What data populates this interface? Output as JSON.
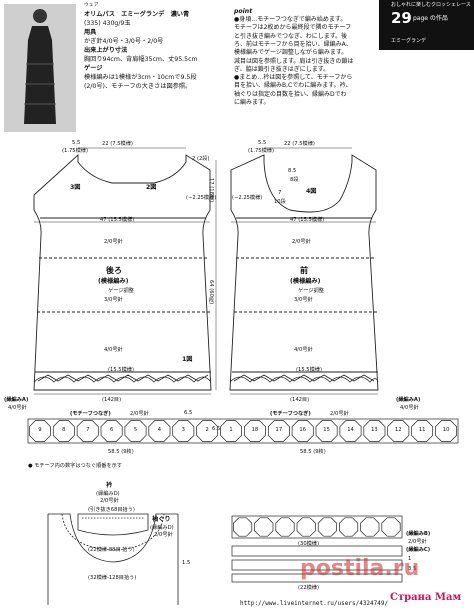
{
  "header": {
    "series": "おしゃれに楽しむクロッシェレース",
    "page_num": "29",
    "page_suffix": "page の作品",
    "yarn_tag": "エミーグランデ"
  },
  "materials": {
    "small_label": "ウェア",
    "line1": "オリムパス　エミーグランデ　濃い青",
    "line2": "(335) 430g/9玉",
    "line3": "用具",
    "line4": "かぎ針4/0号・3/0号・2/0号",
    "line5": "出来上がり寸法",
    "line6": "胸回り94cm、背肩幅35cm、丈95.5cm",
    "line7": "ゲージ",
    "line8": "模様編みは1模様が3cm・10cmで9.5段",
    "line9": "(2/0号)、モチーフの大きさは図参照。"
  },
  "point": {
    "title": "point",
    "lines": [
      "●身頃…モチーフつなぎで編み始めます。",
      "モチーフは2枚めから最終段で隣のモチーフ",
      "と引き抜き編みでつなぎ、わにします。後",
      "ろ、前はモチーフから目を拾い、縁編みA、",
      "模様編みでゲージ調整しながら編みます。",
      "減目は図を参照します。肩は引き抜きの鎖は",
      "ぎ、脇は鎖引き抜きはぎにします。",
      "●まとめ…衿は図を参照して、モチーフから",
      "目を拾い、縁編みB,Cでわに編みます。衿、",
      "袖ぐりは指定の目数を拾い、縁編みDでわ",
      "に編みます。"
    ]
  },
  "back": {
    "shoulder": "5.5",
    "shoulder_rows": "(1.75模様)",
    "neck": "22 (7.5模様)",
    "armhole_depth": "17 (18段)",
    "neck_drop": "2 (2段)",
    "fig3": "3図",
    "fig2": "2図",
    "decrease": "(−2.25模様)",
    "width_upper": "47 (15.5模様)",
    "needle_a": "2/0号針",
    "name": "後ろ",
    "pattern": "(模様編み)",
    "gauge": "ゲージ調整",
    "needle_b": "3/0号針",
    "needle_c": "4/0号針",
    "fig1": "1図",
    "length_body": "64 (60段)",
    "bottom_width": "(15.5模様)",
    "bottom_count": "(142目)"
  },
  "front": {
    "shoulder": "5.5",
    "shoulder_rows": "(1.75模様)",
    "neck": "22 (7.5模様)",
    "neck_depth": "8.5",
    "neck_rows": "8段",
    "fig4": "4図",
    "side1": "7",
    "side2": "10段",
    "decrease": "(−2.25模様)",
    "width_upper": "47 (15.5模様)",
    "needle_a": "2/0号針",
    "name": "前",
    "pattern": "(模様編み)",
    "gauge": "ゲージ調整",
    "needle_b": "3/0号針",
    "needle_c": "4/0号針",
    "bottom_width": "(15.5模様)",
    "bottom_count": "(142目)"
  },
  "edge_a_left": "(縁編みA)",
  "edge_a_left_needle": "4/0号針",
  "edge_a_right": "(縁編みA)",
  "edge_a_right_needle": "4/0号針",
  "motif_join_label": "(モチーフつなぎ)",
  "motif_needle": "2/0号針",
  "motif_height": "6.5",
  "motif_count_left": "6.5",
  "hem_total": "58.5 (9枚)",
  "hem_total_right": "58.5 (9枚)",
  "motif_note": "● モチーフ内の数字はつなぐ順番を示す",
  "motif_numbers": [
    "9",
    "8",
    "7",
    "6",
    "5",
    "4",
    "3",
    "2",
    "1",
    "18",
    "17",
    "16",
    "15",
    "14",
    "13",
    "12",
    "11",
    "10"
  ],
  "collar": {
    "title": "衿",
    "subtitle": "(縁編みD)",
    "needle": "2/0号針",
    "rows1": "(引き抜き68目拾う)",
    "rows2": "(22模様-88目 拾う)",
    "rows3": "(32模様-128目拾う)",
    "size": "1.5",
    "armhole_title": "袖ぐり",
    "armhole_sub": "(縁編みD)",
    "armhole_needle": "2/0号針"
  },
  "edge_b": {
    "label_b": "(縁編みB)",
    "label_c": "(縁編みC)",
    "needle": "2/0号針",
    "count1": "(30模様)",
    "count2": "(22模様)",
    "size1": "1",
    "size2": "3.5"
  },
  "footer": {
    "url": "http://www.liveinternet.ru/users/4324749/",
    "logo": "Страна Мам",
    "pinterest": "postila.ru"
  }
}
